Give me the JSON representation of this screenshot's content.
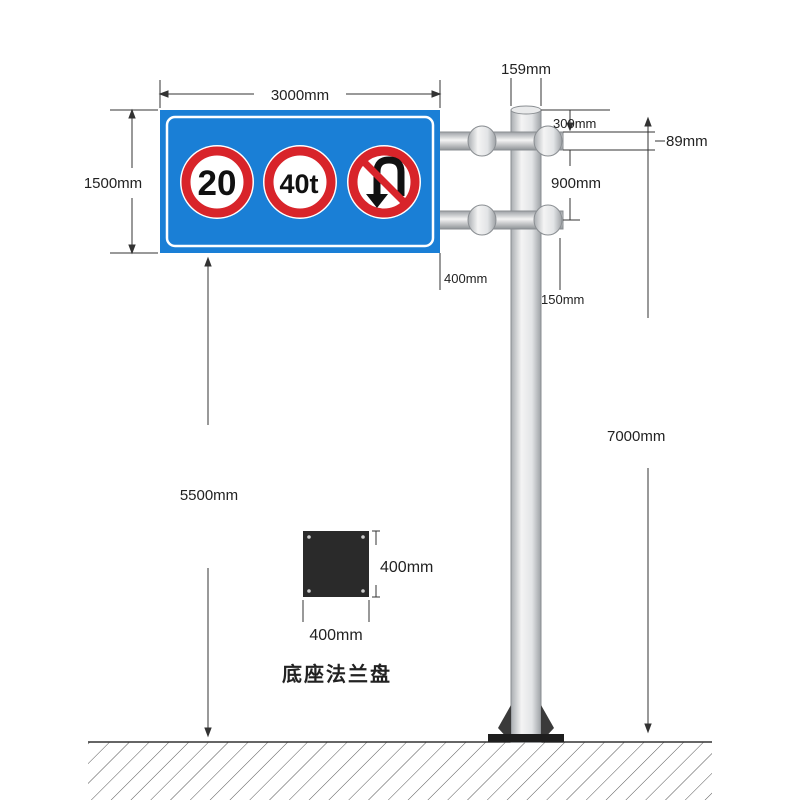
{
  "sign": {
    "panel_color": "#1a7fd6",
    "panel_border": "#ffffff",
    "signs": [
      {
        "kind": "speed-limit",
        "text": "20"
      },
      {
        "kind": "weight-limit",
        "text": "40t"
      },
      {
        "kind": "no-u-turn",
        "text": ""
      }
    ]
  },
  "dimensions": {
    "sign_width": "3000mm",
    "sign_height": "1500mm",
    "pole_diameter": "159mm",
    "bracket_top_offset": "300mm",
    "bracket_pipe": "89mm",
    "bracket_spacing": "900mm",
    "bracket_length": "400mm",
    "bracket_bottom_offset": "150mm",
    "pole_height": "7000mm",
    "clearance_height": "5500mm",
    "flange_height": "400mm",
    "flange_width": "400mm"
  },
  "flange_caption": "底座法兰盘",
  "colors": {
    "ring_red": "#d8242a",
    "pole_light": "#f2f2f2",
    "pole_shade": "#b8bcc0",
    "flange_plate": "#2a2a2a",
    "dim_line": "#333333"
  }
}
